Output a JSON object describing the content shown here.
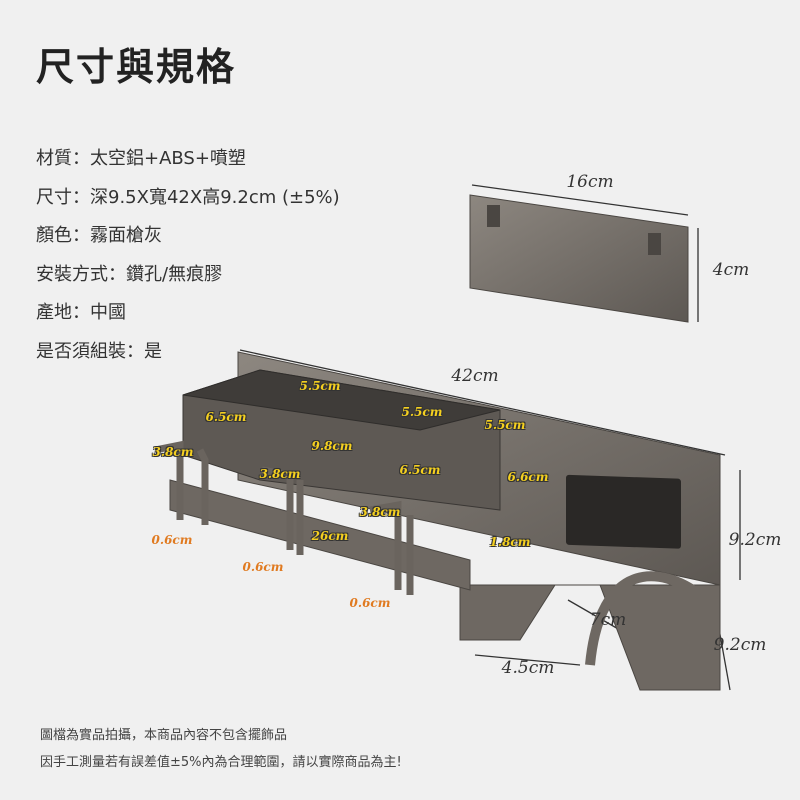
{
  "title": "尺寸與規格",
  "specs": [
    "材質：太空鋁+ABS+噴塑",
    "尺寸：深9.5X寬42X高9.2cm (±5%)",
    "顏色：霧面槍灰",
    "安裝方式：鑽孔/無痕膠",
    "產地：中國",
    "是否須組裝：是"
  ],
  "dimensions": {
    "plate_width": "16cm",
    "plate_height": "4cm",
    "total_width": "42cm",
    "cup_a_top": "5.5cm",
    "cup_a_side": "6.5cm",
    "cup_b_top": "5.5cm",
    "cup_c_top": "5.5cm",
    "box_length": "9.8cm",
    "hook1_width": "3.8cm",
    "hook2_width": "3.8cm",
    "cup_b_side": "6.5cm",
    "box_height": "6.6cm",
    "hook3_width": "3.8cm",
    "rail_length": "26cm",
    "shelf_gap": "1.8cm",
    "hook1_gap": "0.6cm",
    "hook2_gap": "0.6cm",
    "hook3_gap": "0.6cm",
    "back_height": "9.2cm",
    "slot_width": "7cm",
    "depth": "9.2cm",
    "slot_opening": "4.5cm"
  },
  "notes": [
    "圖檔為實品拍攝，本商品內容不包含擺飾品",
    "因手工測量若有誤差值±5%內為合理範圍，請以實際商品為主!"
  ]
}
